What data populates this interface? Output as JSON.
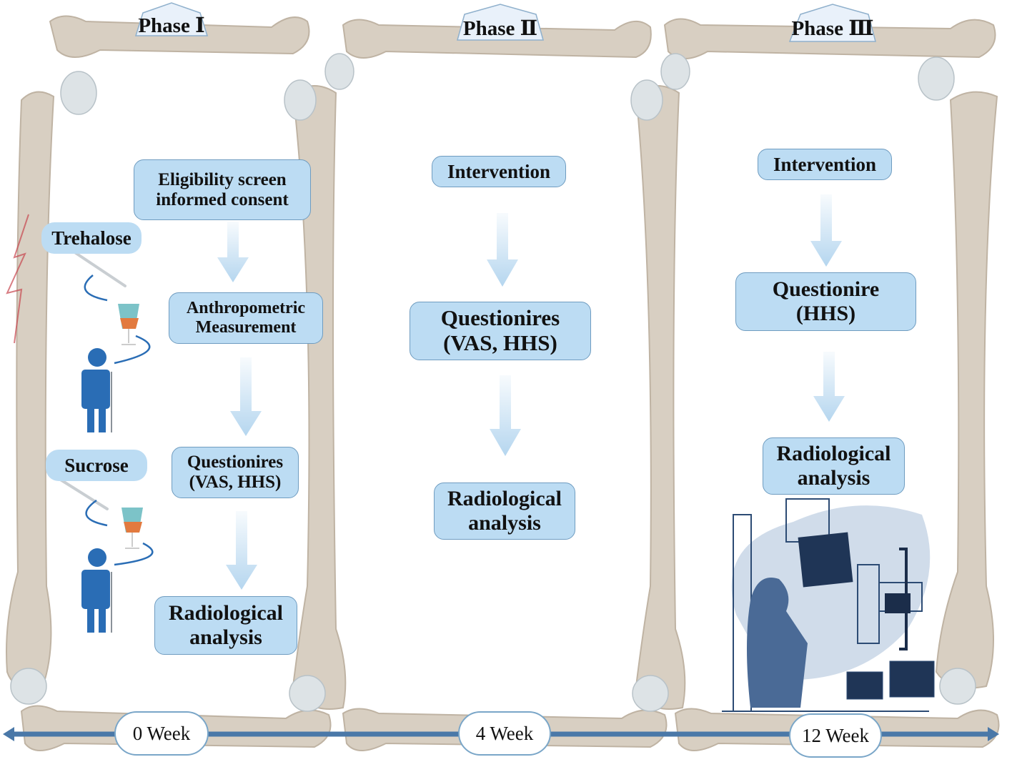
{
  "colors": {
    "bone": "#d8cfc2",
    "bone_dark": "#bfb3a3",
    "cartilage": "#dde3e6",
    "box_fill": "#bcdcf3",
    "box_border": "#6f9cc0",
    "arrow": "#b5d6ef",
    "timeline": "#4a78a8",
    "person": "#2a6db5",
    "fracture": "#c8464f",
    "illustration": "#2c4b74"
  },
  "phases": [
    {
      "label": "Phase Ⅰ",
      "week": "0 Week",
      "steps": [
        "Eligibility screen\ninformed consent",
        "Anthropometric\nMeasurement",
        "Questionires\n(VAS, HHS)",
        "Radiological\nanalysis"
      ]
    },
    {
      "label": "Phase Ⅱ",
      "week": "4 Week",
      "steps": [
        "Intervention",
        "Questionires\n(VAS, HHS)",
        "Radiological\nanalysis"
      ]
    },
    {
      "label": "Phase Ⅲ",
      "week": "12 Week",
      "steps": [
        "Intervention",
        "Questionire\n(HHS)",
        "Radiological\nanalysis"
      ]
    }
  ],
  "groups": [
    {
      "label": "Trehalose",
      "icons": [
        "spoon-icon",
        "cocktail-icon",
        "person-with-crutch-icon"
      ]
    },
    {
      "label": "Sucrose",
      "icons": [
        "spoon-icon",
        "cocktail-icon",
        "person-with-crutch-icon"
      ]
    }
  ],
  "illustration": "radiologist-viewing-xray-illustration"
}
